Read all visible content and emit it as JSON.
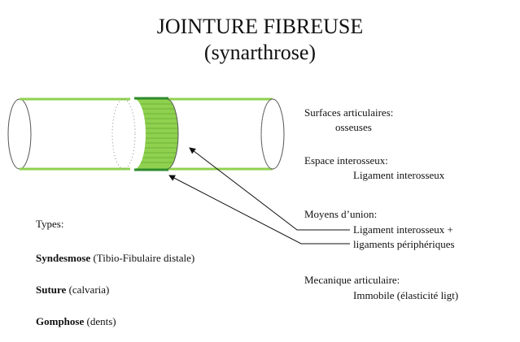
{
  "title": {
    "line1": "JOINTURE FIBREUSE",
    "line2": "(synarthrose)"
  },
  "right_panel": {
    "surfaces_label": "Surfaces articulaires:",
    "surfaces_value": "osseuses",
    "espace_label": "Espace interosseux:",
    "espace_value": "Ligament interosseux",
    "moyens_label": "Moyens d’union:",
    "moyens_value_1": "Ligament interosseux +",
    "moyens_value_2": "ligaments périphériques",
    "mecanique_label": "Mecanique articulaire:",
    "mecanique_value": "Immobile (élasticité ligt)"
  },
  "types": {
    "heading": "Types:",
    "items": [
      {
        "name": "Syndesmose",
        "detail": " (Tibio-Fibulaire distale)"
      },
      {
        "name": "Suture",
        "detail": " (calvaria)"
      },
      {
        "name": "Gomphose",
        "detail": " (dents)"
      }
    ]
  },
  "colors": {
    "ligament_green": "#8fd14f",
    "edge_green": "#2e8b2e",
    "outline": "#555555"
  }
}
